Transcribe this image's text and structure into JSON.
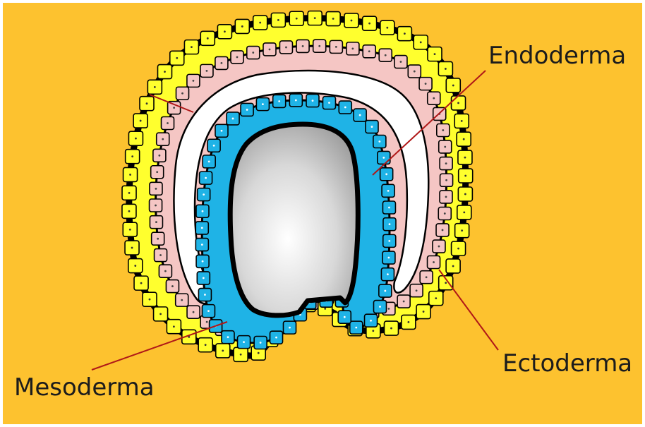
{
  "labels": {
    "endoderm": "Endoderma",
    "ectoderm": "Ectoderma",
    "mesoderm": "Mesoderma"
  },
  "colors": {
    "background": "#FDC22F",
    "ectoderm_cells": "#FFFF2E",
    "mesoderm_cells": "#F5C6C4",
    "endoderm_cells": "#1FB3E6",
    "coelom": "#FFFFFF",
    "archenteron": "#C8C8C8",
    "outline": "#000000",
    "pointer_lines": "#B01818"
  }
}
